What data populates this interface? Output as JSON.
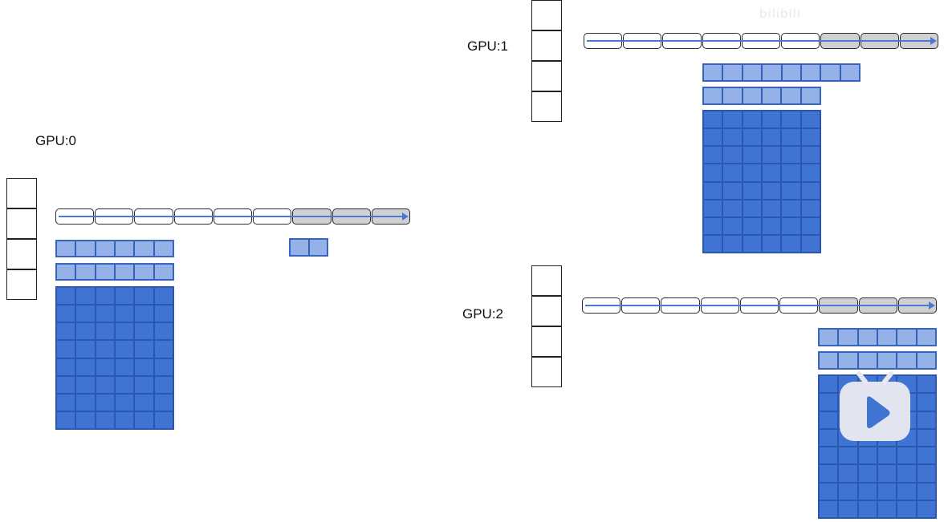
{
  "labels": {
    "gpu0": "GPU:0",
    "gpu1": "GPU:1",
    "gpu2": "GPU:2"
  },
  "watermark": "bilibili",
  "colors": {
    "light_block": "#94b1e8",
    "dark_block": "#3f74d2",
    "seq_gray": "#d0d0d0",
    "arrow": "#4a78d8"
  },
  "panels": {
    "gpu0": {
      "stack_cells": 4,
      "seq_cells": 9,
      "seq_gray_from": 6,
      "light_row_cells": 6,
      "extra_light_cells": 2,
      "dark_rows": 8,
      "dark_cols": 6
    },
    "gpu1": {
      "stack_cells": 4,
      "seq_cells": 9,
      "seq_gray_from": 6,
      "light_row1_cells": 8,
      "light_row2_cells": 6,
      "dark_rows": 8,
      "dark_cols": 6
    },
    "gpu2": {
      "stack_cells": 4,
      "seq_cells": 9,
      "seq_gray_from": 6,
      "light_row_cells": 6,
      "dark_rows": 8,
      "dark_cols": 6
    }
  },
  "overlay_icon": "bilibili-tv-play-icon"
}
